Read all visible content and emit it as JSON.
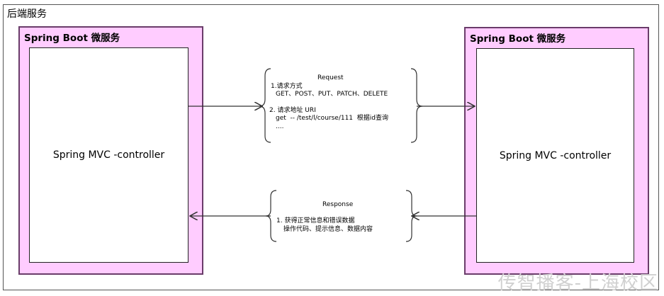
{
  "frame_title": "后端服务",
  "left_service": {
    "title": "Spring Boot 微服务",
    "inner_label": "Spring MVC -controller"
  },
  "right_service": {
    "title": "Spring Boot 微服务",
    "inner_label": "Spring MVC -controller"
  },
  "request": {
    "heading": "Request",
    "method_title": "1.请求方式",
    "methods": "GET、POST、PUT、PATCH、DELETE",
    "uri_title": "2. 请求地址 URI",
    "uri_example": "get  -- /test/l/course/111  根据id查询",
    "ellipsis": "...."
  },
  "response": {
    "heading": "Response",
    "line1": "1. 获得正常信息和错误数据",
    "line2": "操作代码、提示信息、数据内容"
  },
  "watermark": "传智播客-上海校区"
}
